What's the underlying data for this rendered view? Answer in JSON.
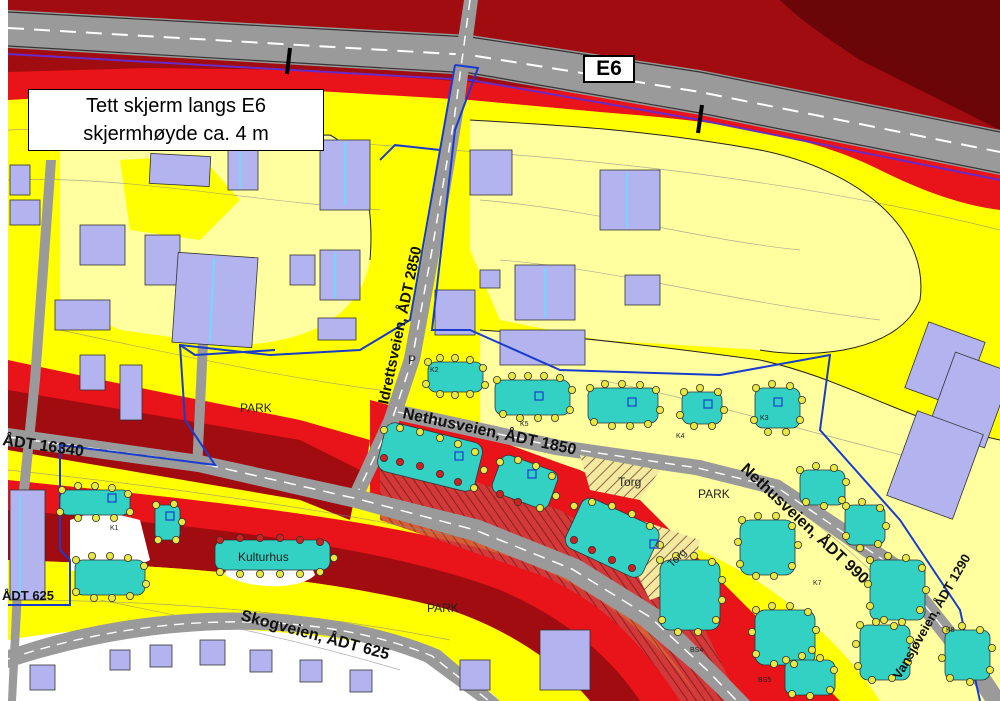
{
  "callout": {
    "line1": "Tett skjerm langs E6",
    "line2": "skjermhøyde ca. 4 m"
  },
  "highway_badge": "E6",
  "roads": {
    "idrettsveien": "Idrettsveien, ÅDT 2850",
    "nethusveien_west": "Nethusveien, ÅDT 1850",
    "nethusveien_east": "Nethusveien, ÅDT 990",
    "vansjoveien": "Vansjøveien, ÅDT 1290",
    "skogveien": "Skogveien, ÅDT 625",
    "west_road": "ÅDT 16340",
    "west_road_lower": "ÅDT 625"
  },
  "areas": {
    "park_1": "PARK",
    "park_2": "PARK",
    "park_3": "PARK",
    "torg_1": "Torg",
    "torg_2": "Torg",
    "kulturhus": "Kulturhus",
    "parking": "P"
  },
  "plot_labels": [
    "K1",
    "K2",
    "K3",
    "K4",
    "K5",
    "K7",
    "K8",
    "BS4",
    "BS5"
  ],
  "colors": {
    "zone_red": "#e8141a",
    "zone_dark_red": "#a00c10",
    "zone_yellow": "#ffff00",
    "zone_light_yellow": "#ffffa0",
    "building": "#b3b3f0",
    "new_building": "#33d1c4",
    "boundary": "#1a3ccc",
    "road": "#9a9a9a"
  }
}
